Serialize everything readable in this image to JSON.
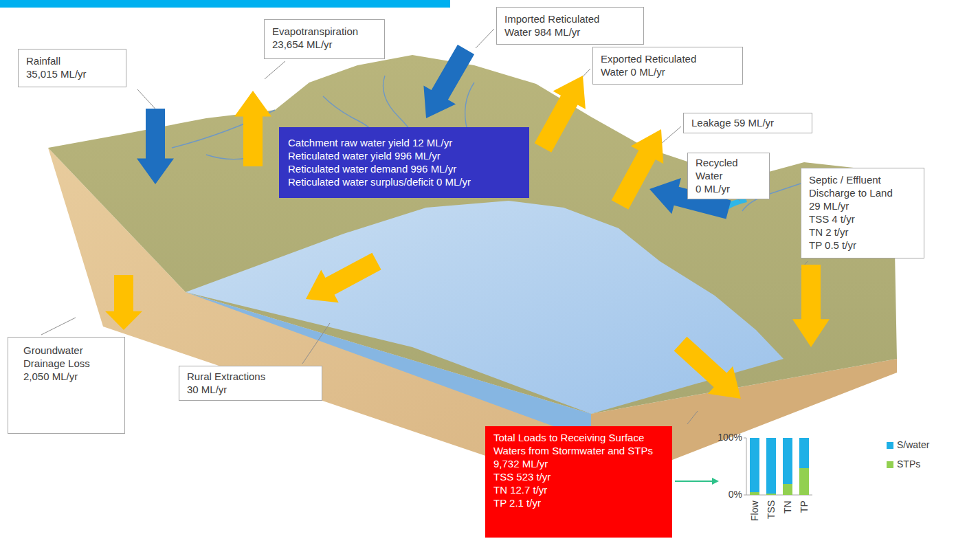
{
  "diagram": {
    "nodes": [
      {
        "text": [
          "Rainfall",
          "35,015 ML/yr"
        ]
      },
      {
        "text": [
          "Evapotranspiration",
          "23,654 ML/yr"
        ]
      },
      {
        "text": [
          "Imported Reticulated Water 984 ML/yr"
        ]
      },
      {
        "text": [
          "Exported Reticulated Water 0 ML/yr"
        ]
      },
      {
        "text": [
          "Leakage 59 ML/yr"
        ]
      },
      {
        "text": [
          "Catchment raw water yield 12 ML/yr",
          "Reticulated water yield  996 ML/yr",
          "Reticulated water demand 996 ML/yr",
          "Reticulated water surplus/deficit  0 ML/yr"
        ]
      },
      {
        "text": [
          "Recycled Water",
          "0 ML/yr"
        ]
      },
      {
        "text": [
          "Septic / Effluent Discharge to Land",
          "29 ML/yr",
          "TSS 4 t/yr",
          "TN 2 t/yr",
          "TP 0.5 t/yr"
        ]
      },
      {
        "text": [
          "Groundwater Drainage Loss",
          "2,050 ML/yr"
        ]
      },
      {
        "text": [
          "Rural Extractions",
          "30 ML/yr"
        ]
      },
      {
        "text": [
          "Total Loads to Receiving Surface Waters from Stormwater and STPs",
          "9,732 ML/yr",
          "TSS 523 t/yr",
          "TN 12.7 t/yr",
          "TP 2.1 t/yr"
        ]
      }
    ],
    "labels": [
      "100%",
      "0%",
      "Flow",
      "TSS",
      "TN",
      "TP"
    ],
    "legend": [
      {
        "text": "S/water",
        "color": "#1fb0e6"
      },
      {
        "text": "STPs",
        "color": "#92d050"
      }
    ]
  }
}
